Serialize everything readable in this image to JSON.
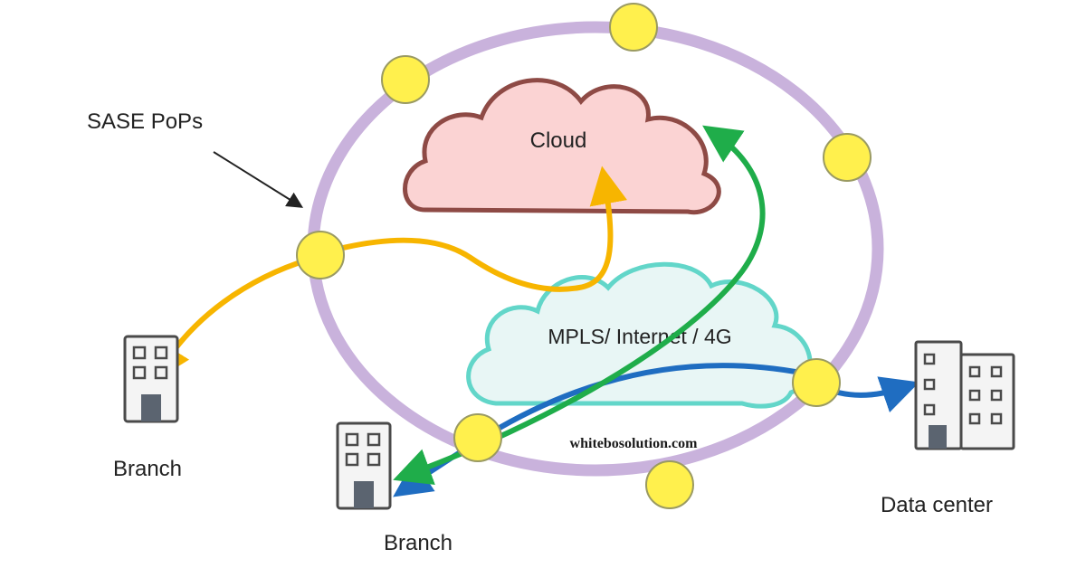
{
  "labels": {
    "sase_pops": "SASE PoPs",
    "cloud": "Cloud",
    "network": "MPLS/ Internet / 4G",
    "branch_left": "Branch",
    "branch_center": "Branch",
    "data_center": "Data center",
    "watermark": "whitebosolution.com"
  },
  "colors": {
    "ring": "#c9b2dc",
    "pop_fill": "#fff04d",
    "pop_stroke": "#9a9a62",
    "cloud_fill": "#fbd3d3",
    "cloud_stroke": "#8e4a45",
    "network_fill": "#e8f6f5",
    "network_stroke": "#62d6c9",
    "arrow_orange": "#f7b500",
    "arrow_green": "#1fad4a",
    "arrow_blue": "#1f6dc1",
    "pointer": "#222222",
    "building": "#f4f4f4",
    "building_stroke": "#4a4a4a"
  }
}
